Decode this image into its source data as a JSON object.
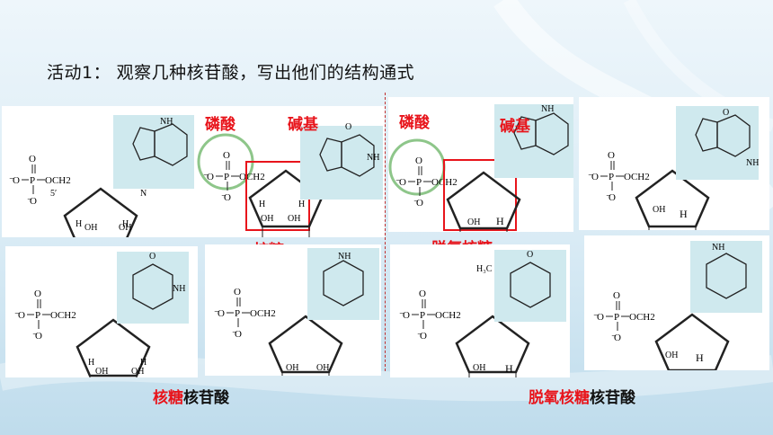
{
  "title": "活动1：  观察几种核苷酸，写出他们的结构通式",
  "labels": {
    "phosphate_left": "磷酸",
    "base_left": "碱基",
    "ribose": "核糖",
    "phosphate_right": "磷酸",
    "base_right": "碱基",
    "deoxyribose": "脱氧核糖",
    "ribonucleotide_red": "核糖",
    "ribonucleotide_black": "核苷酸",
    "deoxy_red": "脱氧核糖",
    "deoxy_black": "核苷酸"
  },
  "chem": {
    "o": "O",
    "p": "P",
    "och2": "OCH",
    "sub2": "2",
    "neg_o": "O",
    "five": "5′",
    "h": "H",
    "oh": "OH",
    "n": "N",
    "nh": "NH",
    "nh2": "NH",
    "ch3": "H₃C"
  },
  "colors": {
    "accent_red": "#e8141b",
    "circle_green": "#8ec68a",
    "base_tint": "#cfe9ee"
  }
}
